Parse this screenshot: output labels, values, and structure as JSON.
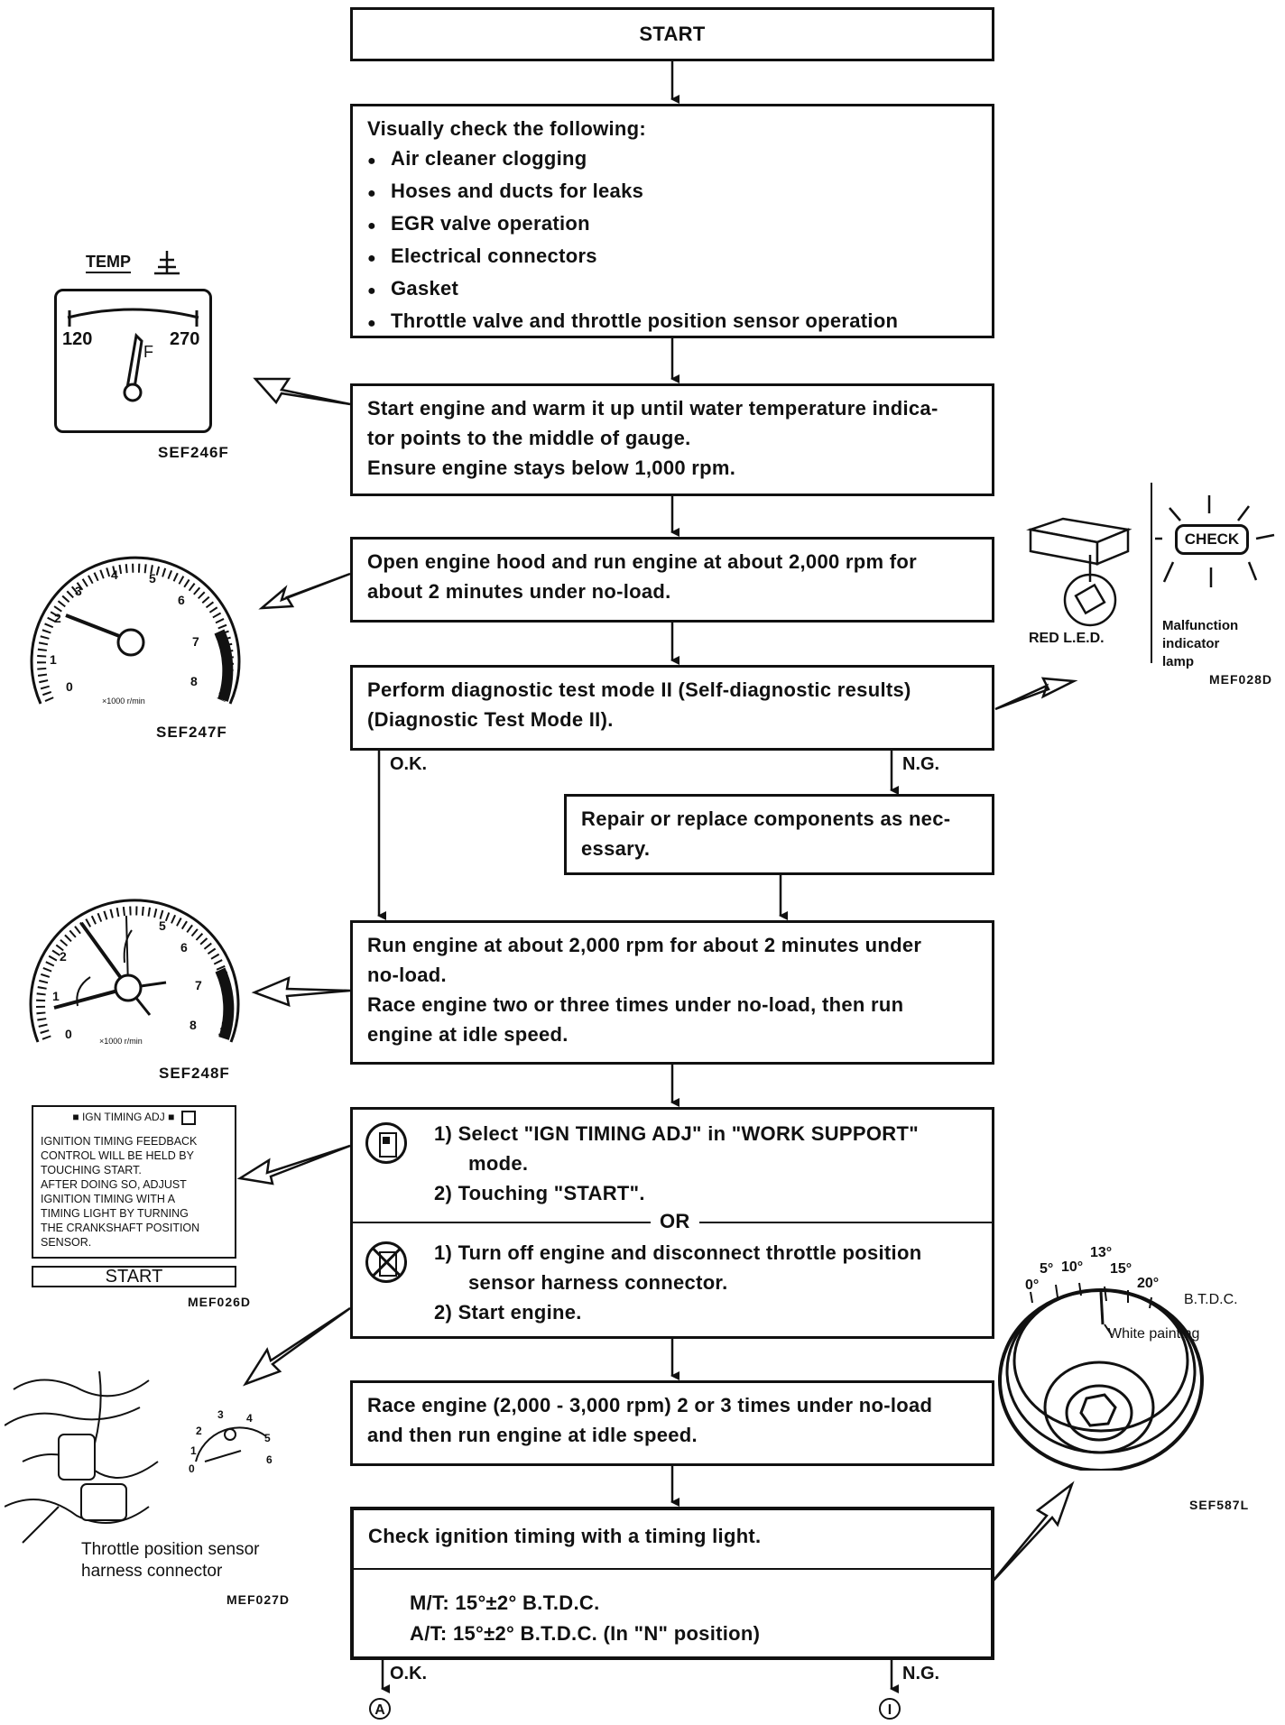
{
  "start": "START",
  "visual_check": {
    "heading": "Visually check the following:",
    "items": [
      "Air cleaner clogging",
      "Hoses and ducts for leaks",
      "EGR valve operation",
      "Electrical connectors",
      "Gasket",
      "Throttle valve and throttle position sensor operation"
    ]
  },
  "warm_up": {
    "line1": "Start engine and warm it up until water temperature indica-",
    "line2": "tor points to the middle of gauge.",
    "line3": "Ensure engine stays below 1,000 rpm."
  },
  "hood": {
    "line1": "Open engine hood and run engine at about 2,000 rpm for",
    "line2": "about 2 minutes under no-load."
  },
  "diag": {
    "line1": "Perform diagnostic test mode II (Self-diagnostic results)",
    "line2": "(Diagnostic Test Mode II)."
  },
  "branch1": {
    "ok": "O.K.",
    "ng": "N.G."
  },
  "repair": {
    "line1": "Repair or replace components as nec-",
    "line2": "essary."
  },
  "run": {
    "line1": "Run engine at about 2,000 rpm for about 2 minutes under",
    "line2": "no-load.",
    "line3": "Race engine two or three times under no-load, then run",
    "line4": "engine at idle speed."
  },
  "ign": {
    "step1a": "1)  Select \"IGN TIMING ADJ\" in \"WORK SUPPORT\"",
    "step1b": "mode.",
    "step2": "2)  Touching \"START\".",
    "or": "OR",
    "alt1a": "1)  Turn off engine and disconnect throttle position",
    "alt1b": "sensor harness connector.",
    "alt2": "2)  Start engine."
  },
  "race": {
    "line1": "Race engine (2,000 - 3,000 rpm) 2 or 3 times under no-load",
    "line2": "and then run engine at idle speed."
  },
  "check": {
    "line1": "Check ignition timing with a timing light.",
    "mt": "M/T: 15°±2° B.T.D.C.",
    "at": "A/T: 15°±2° B.T.D.C. (In \"N\" position)"
  },
  "branch2": {
    "ok": "O.K.",
    "ng": "N.G.",
    "ok_ref": "A",
    "ng_ref": "I"
  },
  "temp_gauge": {
    "title": "TEMP",
    "low": "120",
    "high": "270",
    "f": "F",
    "code": "SEF246F"
  },
  "tach1": {
    "code": "SEF247F",
    "unit": "×1000 r/min"
  },
  "tach2": {
    "code": "SEF248F",
    "unit": "×1000 r/min"
  },
  "mil": {
    "red_led": "RED L.E.D.",
    "check": "CHECK",
    "label1": "Malfunction",
    "label2": "indicator",
    "label3": "lamp",
    "code": "MEF028D"
  },
  "screen": {
    "title": "IGN TIMING ADJ",
    "lines": [
      "IGNITION TIMING FEEDBACK",
      "CONTROL WILL BE HELD BY",
      "TOUCHING START.",
      "AFTER DOING SO, ADJUST",
      "IGNITION TIMING WITH A",
      "TIMING LIGHT BY TURNING",
      "THE CRANKSHAFT POSITION",
      "SENSOR."
    ],
    "button": "START",
    "code": "MEF026D"
  },
  "harness": {
    "label1": "Throttle position sensor",
    "label2": "harness connector",
    "code": "MEF027D"
  },
  "pulley": {
    "deg13": "13°",
    "deg5": "5°",
    "deg10": "10°",
    "deg15": "15°",
    "deg0": "0°",
    "deg20": "20°",
    "btdc": "B.T.D.C.",
    "paint": "White painting",
    "code": "SEF587L"
  },
  "colors": {
    "ink": "#111111",
    "paper": "#ffffff"
  }
}
